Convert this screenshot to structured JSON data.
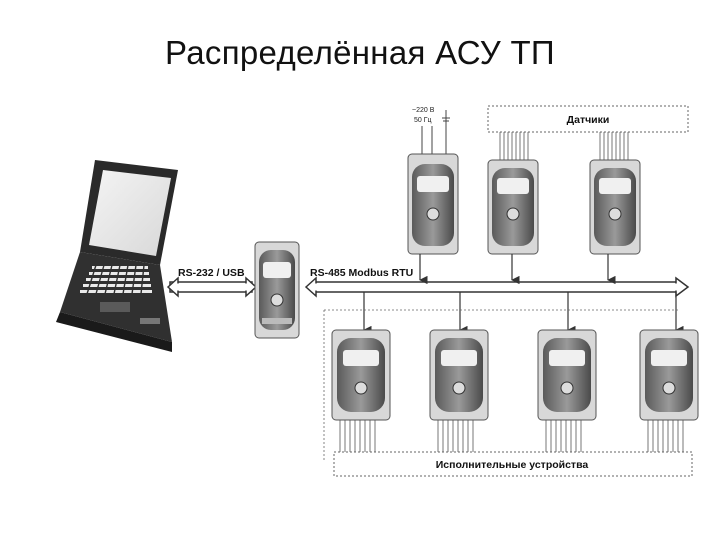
{
  "slide": {
    "title": "Распределённая АСУ ТП"
  },
  "diagram": {
    "link_pc_label": "RS-232 / USB",
    "bus_label": "RS-485 Modbus RTU",
    "sensors_label": "Датчики",
    "actuators_label": "Исполнительные устройства",
    "power_label_1": "~220 В",
    "power_label_2": "50 Гц"
  }
}
